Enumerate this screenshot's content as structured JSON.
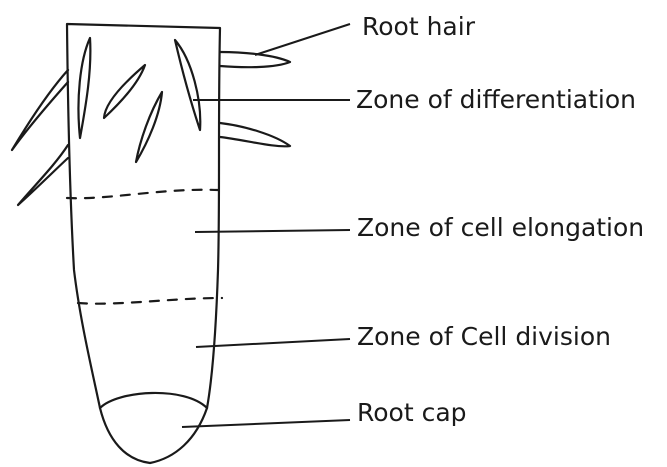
{
  "labels": {
    "root_hair": "Root hair",
    "zone_differentiation": "Zone of differentiation",
    "zone_elongation": "Zone of cell elongation",
    "zone_division": "Zone of Cell division",
    "root_cap": "Root cap"
  },
  "colors": {
    "ink": "#1a1a1a",
    "background": "#ffffff"
  }
}
